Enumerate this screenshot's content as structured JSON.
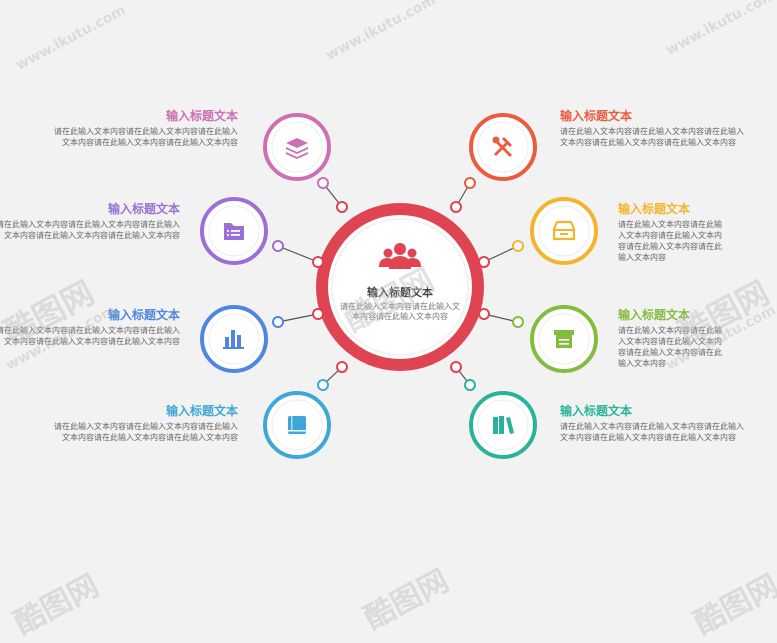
{
  "center": {
    "title": "输入标题文本",
    "desc": "请在此输入文本内容请在此输入文本内容请在此输入文本内容",
    "icon": "people-group-icon",
    "color": "#e04352"
  },
  "nodes": [
    {
      "id": "top-left",
      "side": "left",
      "title": "输入标题文本",
      "desc": "请在此输入文本内容请在此输入文本内容请在此输入文本内容请在此输入文本内容请在此输入文本内容",
      "color": "#cd6fb3",
      "icon": "layers-icon"
    },
    {
      "id": "upper-left",
      "side": "left",
      "title": "输入标题文本",
      "desc": "请在此输入文本内容请在此输入文本内容请在此输入文本内容请在此输入文本内容请在此输入文本内容",
      "color": "#9b70d6",
      "icon": "folder-icon"
    },
    {
      "id": "lower-left",
      "side": "left",
      "title": "输入标题文本",
      "desc": "请在此输入文本内容请在此输入文本内容请在此输入文本内容请在此输入文本内容请在此输入文本内容",
      "color": "#4e86e0",
      "icon": "bar-chart-icon"
    },
    {
      "id": "bottom-left",
      "side": "left",
      "title": "输入标题文本",
      "desc": "请在此输入文本内容请在此输入文本内容请在此输入文本内容请在此输入文本内容请在此输入文本内容",
      "color": "#3ea7d8",
      "icon": "book-icon"
    },
    {
      "id": "top-right",
      "side": "right",
      "title": "输入标题文本",
      "desc": "请在此输入文本内容请在此输入文本内容请在此输入文本内容请在此输入文本内容请在此输入文本内容",
      "color": "#ec5b3d",
      "icon": "tools-icon"
    },
    {
      "id": "upper-right",
      "side": "right",
      "title": "输入标题文本",
      "desc": "请在此输入文本内容请在此输入文本内容请在此输入文本内容请在此输入文本内容请在此输入文本内容",
      "color": "#f4b52e",
      "icon": "inbox-drive-icon"
    },
    {
      "id": "lower-right",
      "side": "right",
      "title": "输入标题文本",
      "desc": "请在此输入文本内容请在此输入文本内容请在此输入文本内容请在此输入文本内容请在此输入文本内容",
      "color": "#83bc3e",
      "icon": "printer-icon"
    },
    {
      "id": "bottom-right",
      "side": "right",
      "title": "输入标题文本",
      "desc": "请在此输入文本内容请在此输入文本内容请在此输入文本内容请在此输入文本内容请在此输入文本内容",
      "color": "#2ab39a",
      "icon": "books-icon"
    }
  ],
  "watermark": {
    "brand": "酷图网",
    "url": "www.ikutu.com"
  }
}
